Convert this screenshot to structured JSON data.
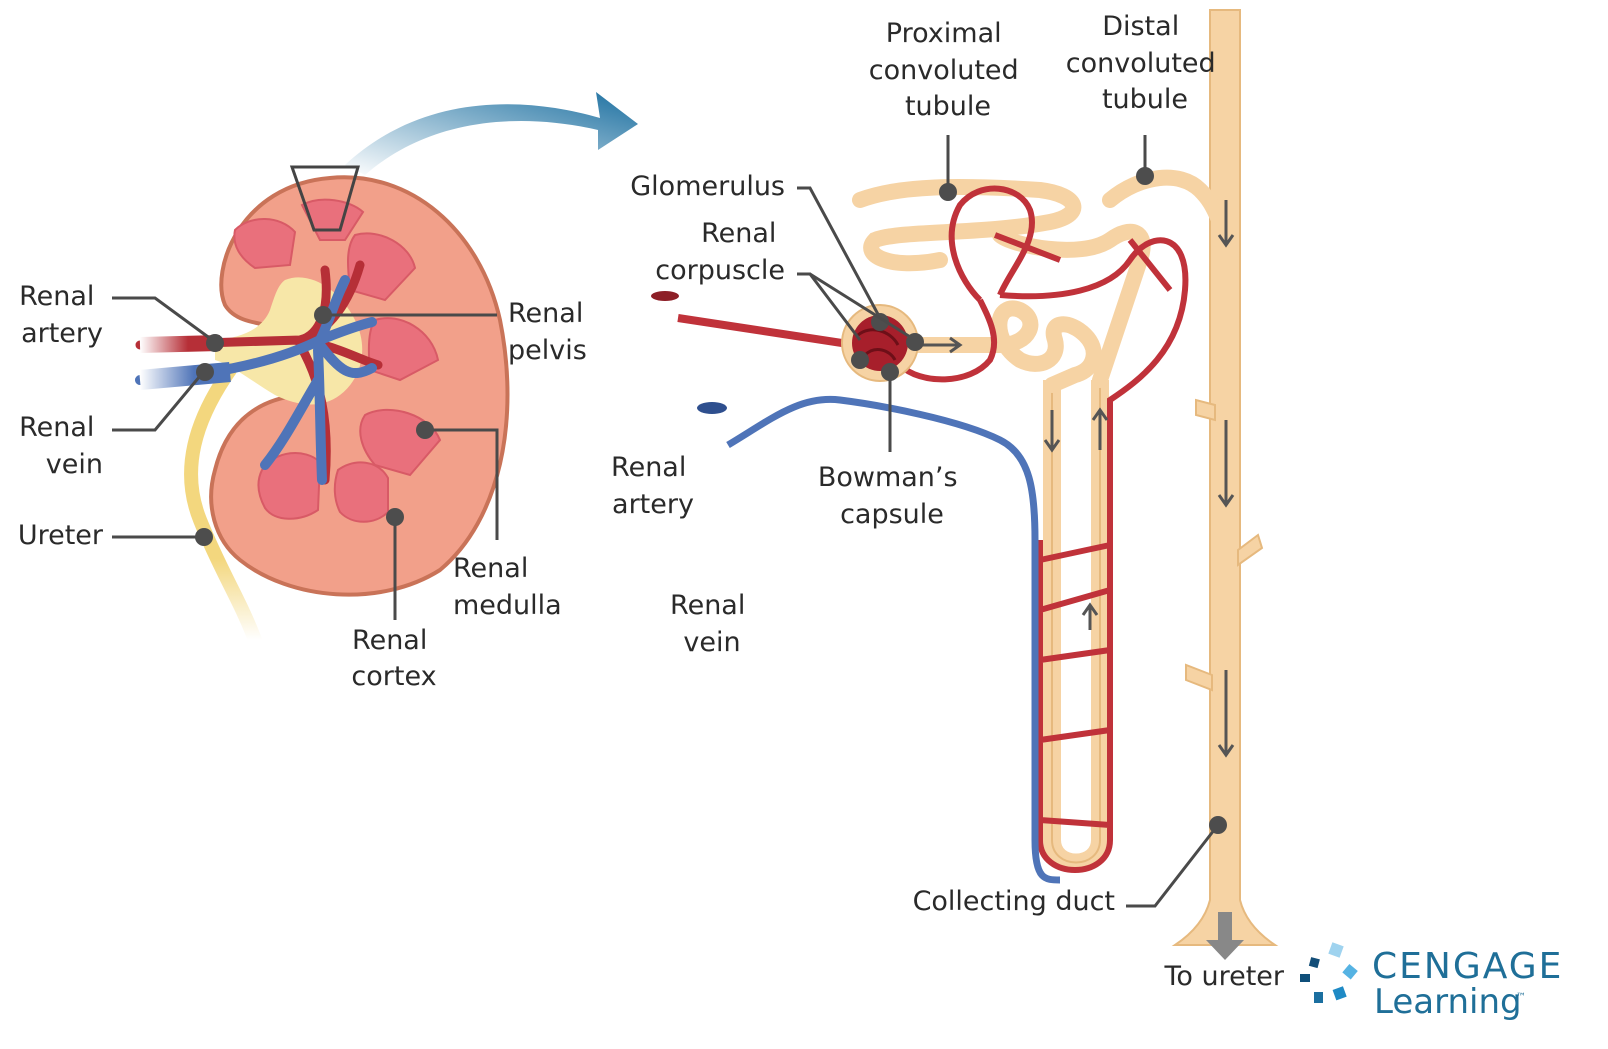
{
  "labels": {
    "renal_artery_left": [
      "Renal",
      "artery"
    ],
    "renal_vein_left": [
      "Renal",
      "vein"
    ],
    "ureter": "Ureter",
    "renal_pelvis": [
      "Renal",
      "pelvis"
    ],
    "renal_medulla": [
      "Renal",
      "medulla"
    ],
    "renal_cortex": [
      "Renal",
      "cortex"
    ],
    "glomerulus": "Glomerulus",
    "renal_corpuscle": [
      "Renal",
      "corpuscle"
    ],
    "proximal_tubule": [
      "Proximal",
      "convoluted",
      "tubule"
    ],
    "distal_tubule": [
      "Distal",
      "convoluted",
      "tubule"
    ],
    "renal_artery_right": [
      "Renal",
      "artery"
    ],
    "renal_vein_right": [
      "Renal",
      "vein"
    ],
    "bowmans_capsule": [
      "Bowman’s",
      "capsule"
    ],
    "collecting_duct": "Collecting duct",
    "to_ureter": "To ureter"
  },
  "logo": {
    "line1": "CENGAGE",
    "line2": "Learning",
    "tm": "™"
  },
  "colors": {
    "artery": "#c0323a",
    "vein": "#4f74b8",
    "tubule": "#f6d3a4",
    "cortex": "#f2a08a",
    "medulla": "#e9707c",
    "pelvis": "#f7e7a8",
    "arrow": "#1b6fa0",
    "logo": "#1f6f98"
  }
}
